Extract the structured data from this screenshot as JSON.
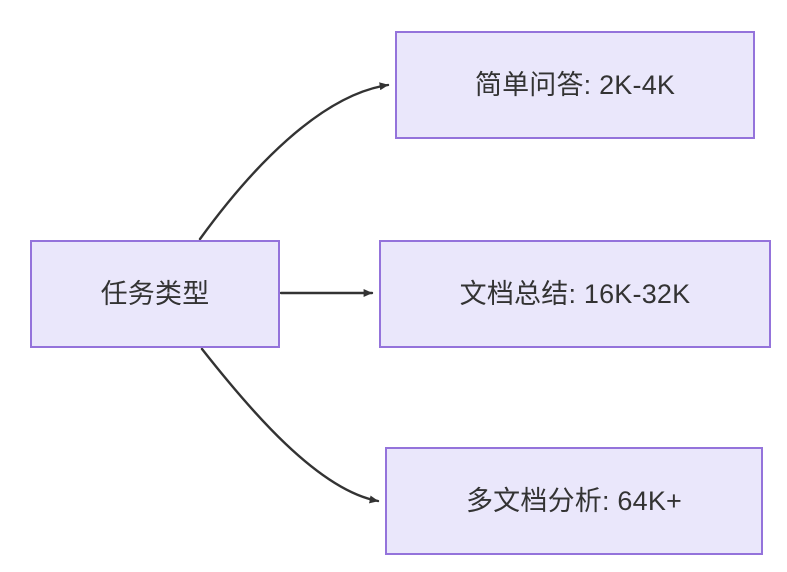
{
  "diagram": {
    "type": "flowchart",
    "direction": "left-to-right",
    "background_color": "#ffffff",
    "node_fill_color": "#EAE7FB",
    "node_border_color": "#9473DB",
    "node_text_color": "#333333",
    "edge_color": "#333333",
    "nodes": [
      {
        "id": "source",
        "label": "任务类型"
      },
      {
        "id": "simple_qa",
        "label": "简单问答: 2K-4K"
      },
      {
        "id": "doc_summary",
        "label": "文档总结: 16K-32K"
      },
      {
        "id": "multi_doc",
        "label": "多文档分析: 64K+"
      }
    ],
    "edges": [
      {
        "from": "source",
        "to": "simple_qa",
        "label": "",
        "style": "curved-arrow"
      },
      {
        "from": "source",
        "to": "doc_summary",
        "label": "",
        "style": "straight-arrow"
      },
      {
        "from": "source",
        "to": "multi_doc",
        "label": "",
        "style": "curved-arrow"
      }
    ]
  }
}
